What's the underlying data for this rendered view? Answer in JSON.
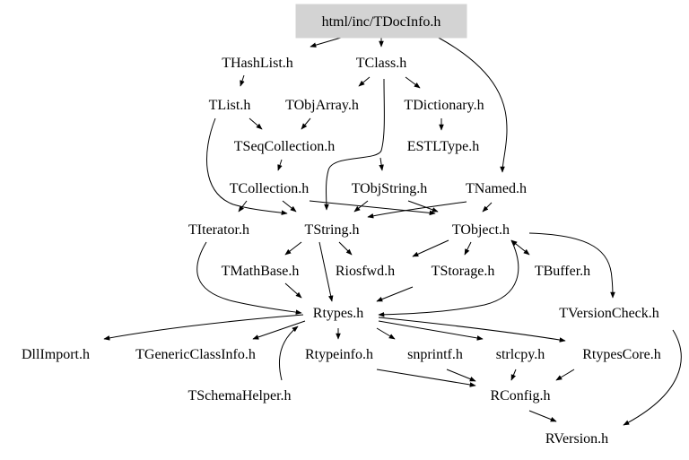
{
  "root": {
    "label": "html/inc/TDocInfo.h",
    "fill": "#d3d3d3"
  },
  "nodes": {
    "thashlist": "THashList.h",
    "tclass": "TClass.h",
    "tlist": "TList.h",
    "tobjarray": "TObjArray.h",
    "tdictionary": "TDictionary.h",
    "tseqcollection": "TSeqCollection.h",
    "estltype": "ESTLType.h",
    "tcollection": "TCollection.h",
    "tobjstring": "TObjString.h",
    "tnamed": "TNamed.h",
    "titerator": "TIterator.h",
    "tstring": "TString.h",
    "tobject": "TObject.h",
    "tmathbase": "TMathBase.h",
    "riosfwd": "Riosfwd.h",
    "tstorage": "TStorage.h",
    "tbuffer": "TBuffer.h",
    "rtypes": "Rtypes.h",
    "tversioncheck": "TVersionCheck.h",
    "dllimport": "DllImport.h",
    "tgenericclassinfo": "TGenericClassInfo.h",
    "rtypeinfo": "Rtypeinfo.h",
    "snprintf": "snprintf.h",
    "strlcpy": "strlcpy.h",
    "rtypescore": "RtypesCore.h",
    "tschemahelper": "TSchemaHelper.h",
    "rconfig": "RConfig.h",
    "rversion": "RVersion.h"
  },
  "edge_color": "#000000"
}
